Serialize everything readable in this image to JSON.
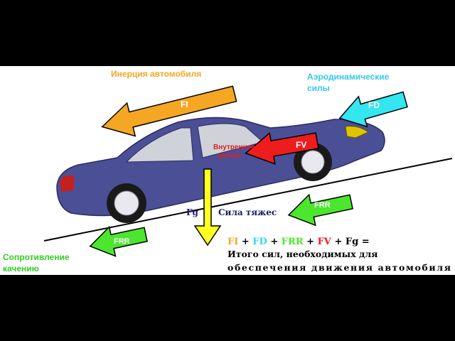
{
  "labels": {
    "inertia": "Инерция автомобиля",
    "aero_line1": "Аэродинамические",
    "aero_line2": "силы",
    "internal_line1": "Внутреннее",
    "internal_line2": "трение",
    "rolling_line1": "Сопротивление",
    "rolling_line2": "качению",
    "gravity_symbol": "Fg",
    "gravity_text": "Сила тяжес"
  },
  "arrows": {
    "fi": "FI",
    "fd": "FD",
    "fv": "FV",
    "frr_right": "FRR",
    "frr_left": "FRR"
  },
  "formula": {
    "fi": "FI",
    "fd": "FD",
    "frr": "FRR",
    "fv": "FV",
    "fg": "Fg",
    "plus": "+",
    "equals": "=",
    "line2": "Итого сил, необходимых для",
    "line3": "обеспечения движения автомобиля"
  },
  "colors": {
    "fi": "#f5a623",
    "fd": "#33e6f0",
    "fv": "#ee1c1c",
    "frr": "#4ce62e",
    "fg": "#ffff22",
    "car": "#4a4f96"
  }
}
